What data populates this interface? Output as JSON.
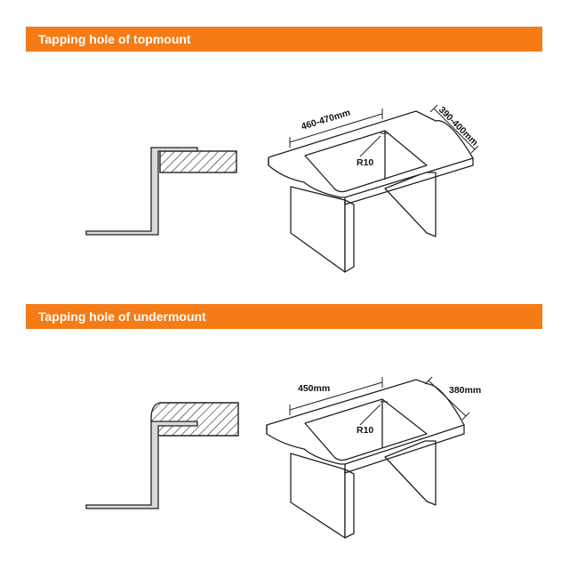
{
  "colors": {
    "banner": "#F47B16",
    "line": "#222222"
  },
  "sections": [
    {
      "heading": "Tapping hole of topmount",
      "labels": {
        "width": "460-470mm",
        "depth": "390-400mm",
        "radius": "R10"
      }
    },
    {
      "heading": "Tapping hole of undermount",
      "labels": {
        "width": "450mm",
        "depth": "380mm",
        "radius": "R10"
      }
    }
  ]
}
